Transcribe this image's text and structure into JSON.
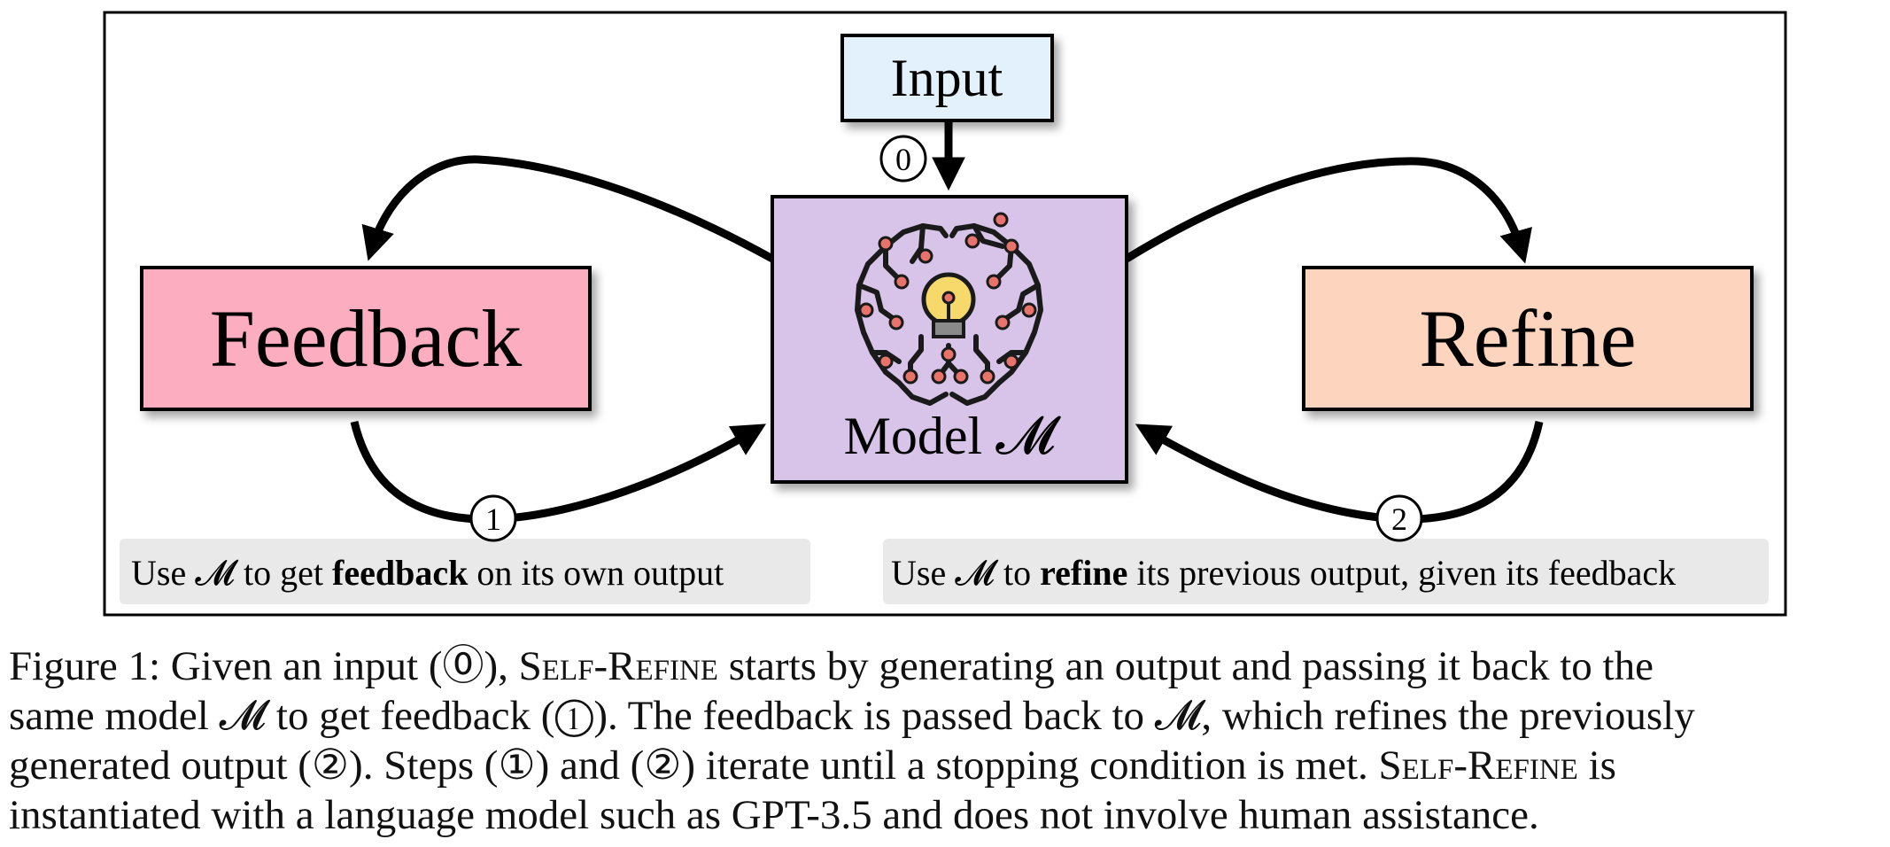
{
  "nodes": {
    "input": {
      "label": "Input",
      "color": "#e3f1fc"
    },
    "model": {
      "label": "Model 𝓜",
      "color": "#d7c4e8"
    },
    "feedback": {
      "label": "Feedback",
      "color": "#fcaec0"
    },
    "refine": {
      "label": "Refine",
      "color": "#fdd4bd"
    }
  },
  "steps": {
    "s0": "0",
    "s1": "1",
    "s2": "2"
  },
  "boxes": {
    "feedback": {
      "pre": "Use 𝓜 to get ",
      "bold": "feedback",
      "post": " on its own output"
    },
    "refine": {
      "pre": "Use 𝓜 to ",
      "bold": "refine",
      "post": " its previous output, given its feedback"
    }
  },
  "caption": {
    "l1a": "Figure 1: Given an input (⓪), ",
    "l1sc": "Self-Refine",
    "l1b": " starts by generating an output and passing it back to the",
    "l2": "same model 𝓜 to get feedback (①). The feedback is passed back to 𝓜, which refines the previously",
    "l3a": "generated output (②). Steps (①) and (②) iterate until a stopping condition is met. ",
    "l3sc": "Self-Refine",
    "l3b": " is",
    "l4": "instantiated with a language model such as GPT-3.5 and does not involve human assistance."
  }
}
